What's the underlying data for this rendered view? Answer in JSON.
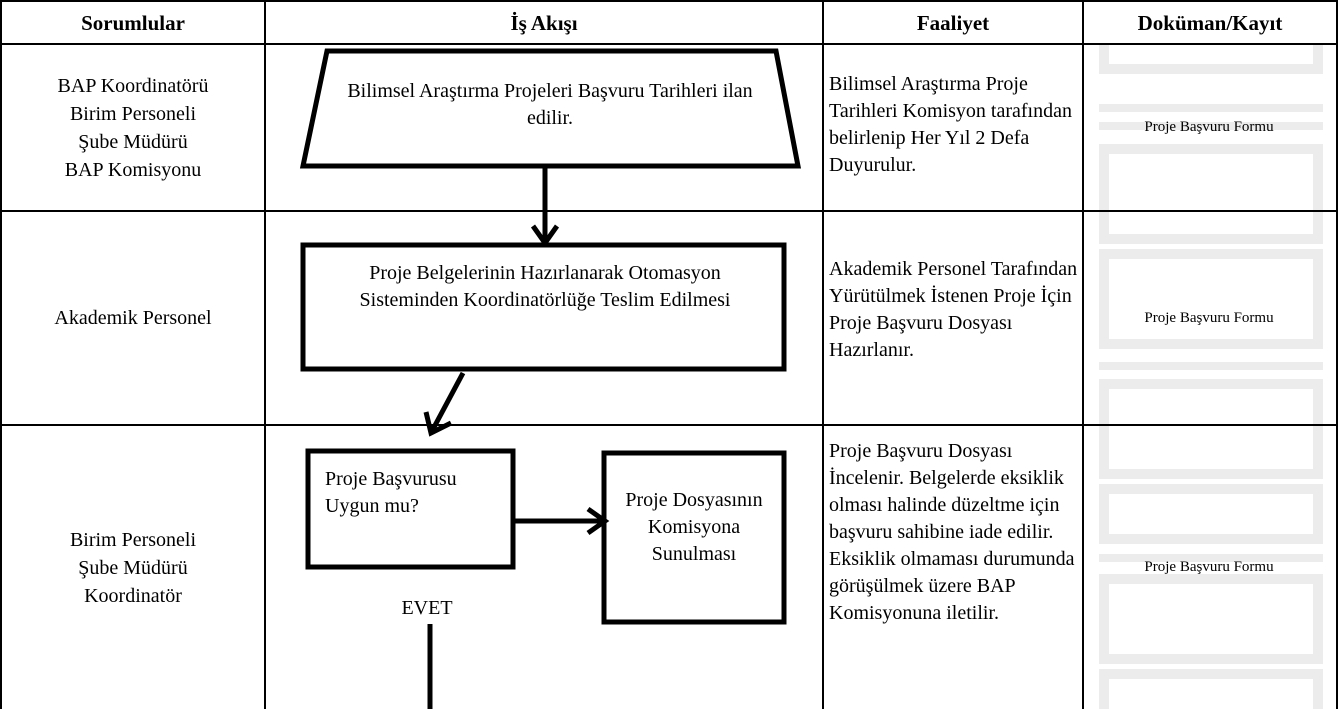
{
  "headers": {
    "responsibilities": "Sorumlular",
    "workflow": "İş Akışı",
    "activity": "Faaliyet",
    "document": "Doküman/Kayıt"
  },
  "rows": [
    {
      "responsibles": [
        "BAP Koordinatörü",
        "Birim Personeli",
        "Şube Müdürü",
        "BAP Komisyonu"
      ],
      "activity": "Bilimsel Araştırma Proje Tarihleri Komisyon tarafından belirlenip Her Yıl 2 Defa Duyurulur.",
      "document": "Proje Başvuru Formu"
    },
    {
      "responsibles": [
        "Akademik Personel"
      ],
      "activity": "Akademik Personel Tarafından Yürütülmek İstenen Proje İçin Proje Başvuru Dosyası Hazırlanır.",
      "document": "Proje Başvuru Formu"
    },
    {
      "responsibles": [
        "Birim Personeli",
        "Şube Müdürü",
        "Koordinatör"
      ],
      "activity": "Proje Başvuru Dosyası İncelenir. Belgelerde eksiklik olması halinde düzeltme için başvuru sahibine iade edilir. Eksiklik olmaması durumunda görüşülmek üzere BAP Komisyonuna iletilir.",
      "document": "Proje Başvuru Formu"
    }
  ],
  "flowchart": {
    "announce": "Bilimsel Araştırma Projeleri Başvuru Tarihleri ilan edilir.",
    "prepare": "Proje Belgelerinin Hazırlanarak Otomasyon Sisteminden Koordinatörlüğe Teslim Edilmesi",
    "decision": "Proje Başvurusu Uygun mu?",
    "submit": "Proje Dosyasının Komisyona Sunulması",
    "yes_label": "EVET"
  }
}
